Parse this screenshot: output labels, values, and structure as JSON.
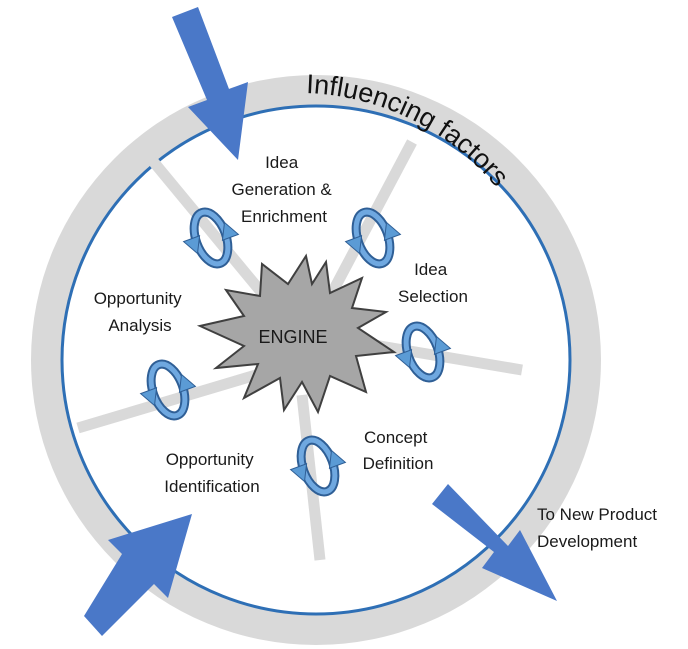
{
  "outer_ring_label": "Influencing factors",
  "engine_label": "ENGINE",
  "elements": [
    {
      "id": "idea-generation",
      "lines": [
        "Idea",
        "Generation &",
        "Enrichment"
      ]
    },
    {
      "id": "idea-selection",
      "lines": [
        "Idea",
        "Selection"
      ]
    },
    {
      "id": "concept-definition",
      "lines": [
        "Concept",
        "Definition"
      ]
    },
    {
      "id": "opportunity-identification",
      "lines": [
        "Opportunity",
        "Identification"
      ]
    },
    {
      "id": "opportunity-analysis",
      "lines": [
        "Opportunity",
        "Analysis"
      ]
    }
  ],
  "output_label": [
    "To New Product",
    "Development"
  ],
  "colors": {
    "outer_ring": "#d9d9d9",
    "inner_border": "#2e6fb5",
    "spokes": "#d9d9d9",
    "engine_fill": "#a6a6a6",
    "engine_stroke": "#404040",
    "arrows": "#4a78c8",
    "cycle_icon": "#5b9bd5"
  },
  "icons": [
    "inbound-arrow-icon",
    "outbound-arrow-icon",
    "cycle-arrows-icon",
    "engine-starburst-icon"
  ]
}
